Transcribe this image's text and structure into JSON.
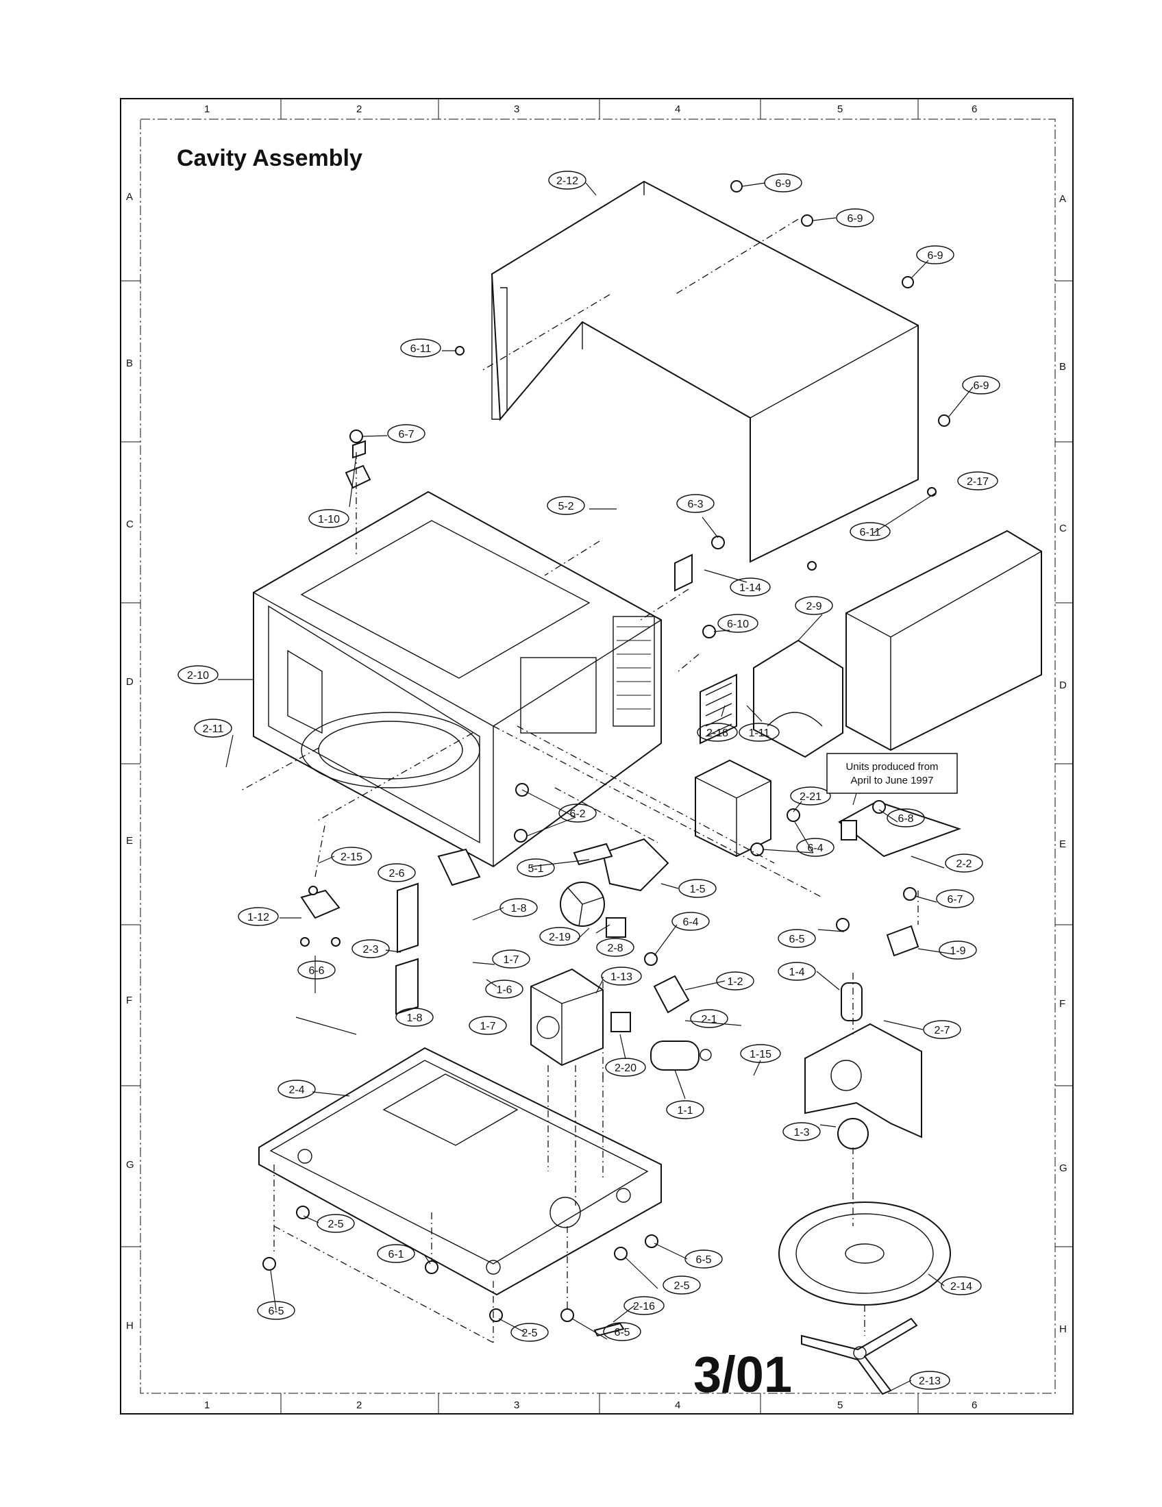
{
  "title": "Cavity Assembly",
  "page_number": "3/01",
  "note": [
    "Units produced from",
    "April to June 1997"
  ],
  "grid_columns": [
    "1",
    "2",
    "3",
    "4",
    "5",
    "6"
  ],
  "grid_rows": [
    "A",
    "B",
    "C",
    "D",
    "E",
    "F",
    "G",
    "H"
  ],
  "callouts": [
    "2-12",
    "6-9",
    "6-9",
    "6-9",
    "6-9",
    "6-11",
    "6-11",
    "6-7",
    "1-10",
    "5-2",
    "6-3",
    "2-17",
    "1-14",
    "2-9",
    "6-10",
    "2-10",
    "2-18",
    "1-11",
    "2-11",
    "2-21",
    "6-8",
    "6-2",
    "6-4",
    "2-2",
    "5-1",
    "2-15",
    "2-6",
    "1-5",
    "6-7",
    "1-12",
    "1-8",
    "2-19",
    "2-8",
    "6-4",
    "6-5",
    "2-3",
    "1-7",
    "1-9",
    "6-6",
    "1-6",
    "1-13",
    "1-2",
    "1-4",
    "1-8",
    "1-7",
    "2-1",
    "2-7",
    "2-20",
    "1-15",
    "2-4",
    "1-1",
    "1-3",
    "2-5",
    "6-5",
    "6-1",
    "2-5",
    "2-16",
    "6-5",
    "2-5",
    "6-5",
    "2-14",
    "2-13"
  ]
}
